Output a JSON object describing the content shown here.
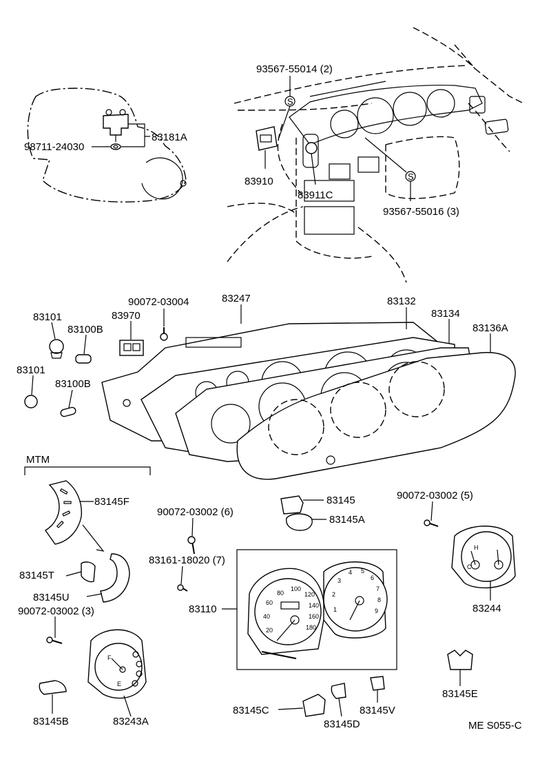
{
  "labels": {
    "p93567_55014": "93567-55014 (2)",
    "p83181A": "83181A",
    "p98711_24030": "98711-24030",
    "p83910": "83910",
    "p83911C": "83911C",
    "p93567_55016": "93567-55016 (3)",
    "p90072_03004": "90072-03004",
    "p83247": "83247",
    "p83132": "83132",
    "p83134": "83134",
    "p83136A": "83136A",
    "p83101a": "83101",
    "p83100Ba": "83100B",
    "p83970": "83970",
    "p83101b": "83101",
    "p83100Bb": "83100B",
    "mtm": "MTM",
    "p83145F": "83145F",
    "p90072_03002_6": "90072-03002 (6)",
    "p83145": "83145",
    "p90072_03002_5": "90072-03002 (5)",
    "p83145A": "83145A",
    "p83161_18020": "83161-18020 (7)",
    "p83145T": "83145T",
    "p83145U": "83145U",
    "p83110": "83110",
    "p83244": "83244",
    "p90072_03002_3": "90072-03002 (3)",
    "p83145E": "83145E",
    "p83145C": "83145C",
    "p83145V": "83145V",
    "p83145B": "83145B",
    "p83243A": "83243A",
    "p83145D": "83145D",
    "ref": "ME S055-C"
  },
  "symbols": {
    "screw_mark": "S"
  },
  "dial_text": {
    "speedo": [
      "20",
      "40",
      "60",
      "80",
      "100",
      "120",
      "140",
      "160",
      "180"
    ],
    "tacho": [
      "1",
      "2",
      "3",
      "4",
      "5",
      "6",
      "7",
      "8",
      "9"
    ],
    "fuel": [
      "F",
      "E"
    ],
    "temp": [
      "H",
      "C"
    ]
  }
}
